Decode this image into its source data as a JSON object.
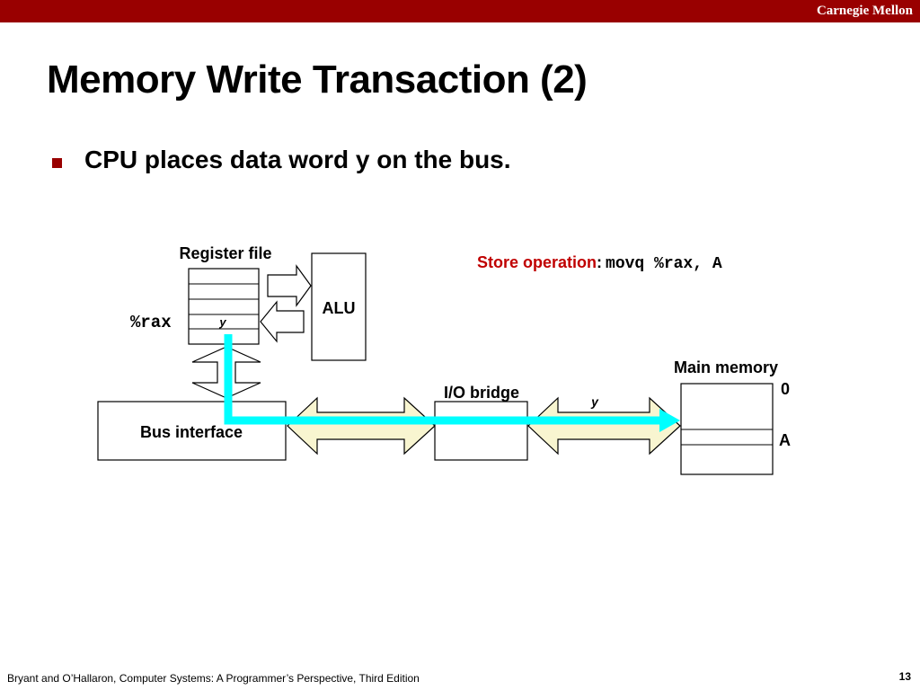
{
  "header": {
    "brand": "Carnegie Mellon"
  },
  "slide": {
    "title": "Memory Write Transaction (2)",
    "bullet": "CPU places data word y on the bus."
  },
  "diagram": {
    "register_file_label": "Register file",
    "register_name": "%rax",
    "register_value": "y",
    "alu_label": "ALU",
    "bus_interface_label": "Bus interface",
    "io_bridge_label": "I/O bridge",
    "bus_data_label": "y",
    "main_memory_label": "Main memory",
    "memory_address_0": "0",
    "memory_address_a": "A",
    "store_op_label": "Store operation",
    "store_op_colon": ":",
    "store_op_code": "movq %rax, A",
    "colors": {
      "accent": "#990000",
      "data_path": "#00ffff",
      "bus_fill": "#f8f5d0"
    }
  },
  "footer": {
    "citation": "Bryant and O’Hallaron, Computer Systems: A Programmer’s Perspective, Third Edition",
    "page_number": "13"
  }
}
